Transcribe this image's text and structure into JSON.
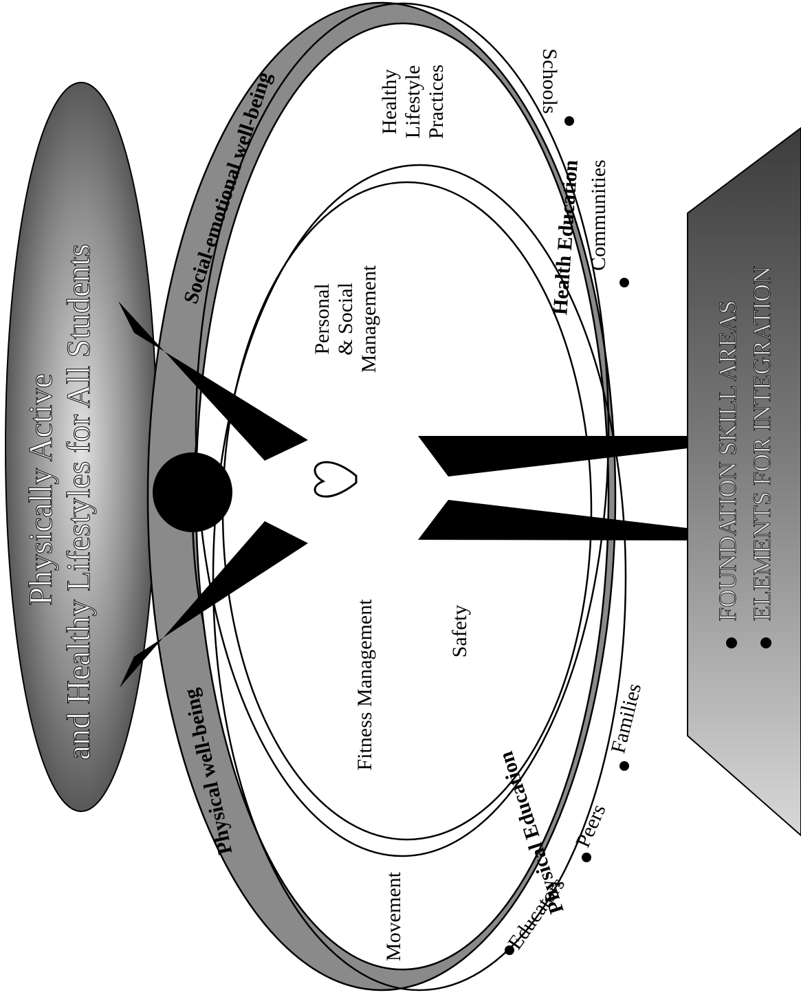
{
  "goal_oval": {
    "line1": "Physically Active",
    "line2": "and Healthy Lifestyles for All Students"
  },
  "rings": {
    "social_emotional": "Social-emotional well-being",
    "physical": "Physical well-being"
  },
  "inner": {
    "personal_social": [
      "Personal",
      "& Social",
      "Management"
    ],
    "fitness": "Fitness Management",
    "safety": "Safety",
    "healthy_lifestyle": [
      "Healthy",
      "Lifestyle",
      "Practices"
    ],
    "movement": "Movement"
  },
  "subjects": {
    "health_education": "Health Education",
    "physical_education": "Physical Education"
  },
  "stakeholders": {
    "schools": "Schools",
    "communities": "Communities",
    "families": "Families",
    "peers": "Peers",
    "educators": "Educators"
  },
  "foundation": {
    "line1": "FOUNDATION SKILL AREAS",
    "line2": "ELEMENTS FOR INTEGRATION"
  },
  "colors": {
    "ink": "#000000",
    "ring_gray": "#8a8a8a",
    "oval_light": "#d2d2d2",
    "oval_dark": "#3a3a3a",
    "base_light": "#d8d8d8",
    "base_dark": "#3c3c3c"
  }
}
